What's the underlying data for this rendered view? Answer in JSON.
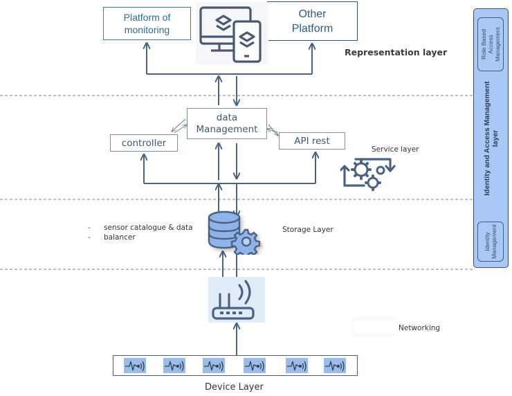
{
  "diagram": {
    "colors": {
      "line": "#4a6283",
      "dashed": "#8a9ab0",
      "accent_fill": "#a9c8f5",
      "icon": "#4a6283"
    },
    "representation_layer": {
      "label": "Representation layer",
      "platform_monitoring": {
        "line1": "Platform of",
        "line2": "monitoring"
      },
      "other_platform": {
        "line1": "Other",
        "line2": "Platform"
      },
      "icon": "monitor-tablet-layers-icon"
    },
    "service_layer": {
      "label": "Service layer",
      "data_management": {
        "line1": "data",
        "line2": "Management"
      },
      "controller": "controller",
      "api_rest": "API rest",
      "icon": "gears-cycle-icon"
    },
    "storage_layer": {
      "label": "Storage Layer",
      "bullets": [
        {
          "dash": "-",
          "text": "sensor catalogue & data"
        },
        {
          "dash": "-",
          "text": "balancer"
        }
      ],
      "icon": "database-gear-icon"
    },
    "networking": {
      "label": "Networking",
      "icon": "wifi-router-icon"
    },
    "device_layer": {
      "label": "Device Layer",
      "sensor_count": 6,
      "sensor_icon": "sensor-signal-icon"
    },
    "identity_access": {
      "title_line1": "Identity and Access Management",
      "title_line2": "layer",
      "rbac": {
        "line1": "Role Based",
        "line2": "Access",
        "line3": "Management"
      },
      "identity_mgmt": {
        "line1": "Identity",
        "line2": "Management"
      }
    }
  }
}
